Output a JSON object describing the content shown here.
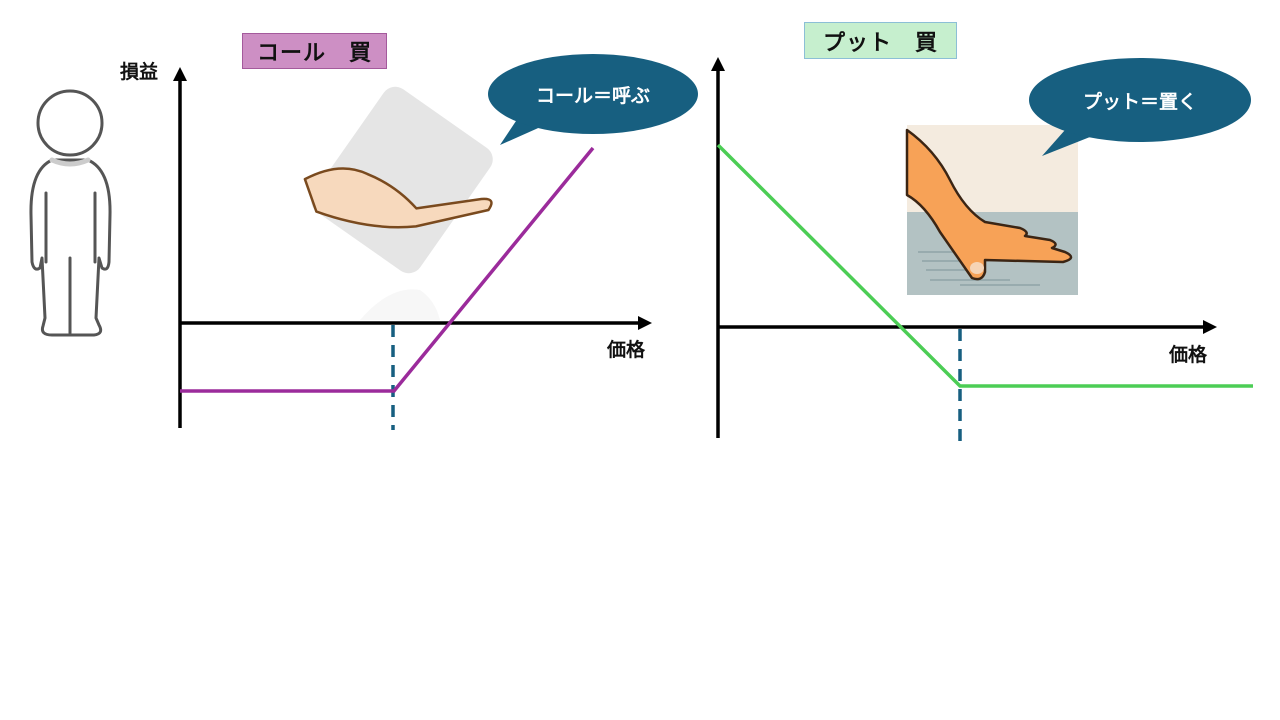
{
  "slide": {
    "call_panel": {
      "title": "コール　買",
      "title_bg": "#cd8fc4",
      "y_axis_label": "損益",
      "x_axis_label": "価格",
      "speech_bubble": "コール＝呼ぶ",
      "line_color": "#9b2b9b",
      "image": "beckoning-hand-illustration"
    },
    "put_panel": {
      "title": "プット　買",
      "title_bg": "#c6efce",
      "x_axis_label": "価格",
      "speech_bubble": "プット＝置く",
      "line_color": "#4ccd55",
      "image": "hand-placing-on-table-illustration"
    },
    "bubble_color": "#175f80",
    "strike_line_color": "#175f80",
    "figure": "person-outline-illustration"
  },
  "chart_data": [
    {
      "type": "line",
      "title": "コール　買",
      "xlabel": "価格",
      "ylabel": "損益",
      "description": "Long call payoff: flat loss (premium) below strike, rising linearly above strike",
      "x": [
        0,
        1,
        2
      ],
      "series": [
        {
          "name": "call-long-payoff",
          "values": [
            -1,
            -1,
            3.6
          ]
        }
      ],
      "strike_x": 1,
      "grid": false
    },
    {
      "type": "line",
      "title": "プット　買",
      "xlabel": "価格",
      "ylabel": "",
      "description": "Long put payoff: declining linearly to strike, flat loss (premium) above strike",
      "x": [
        0,
        1,
        2.2
      ],
      "series": [
        {
          "name": "put-long-payoff",
          "values": [
            3.3,
            -1,
            -1
          ]
        }
      ],
      "strike_x": 1,
      "grid": false
    }
  ]
}
